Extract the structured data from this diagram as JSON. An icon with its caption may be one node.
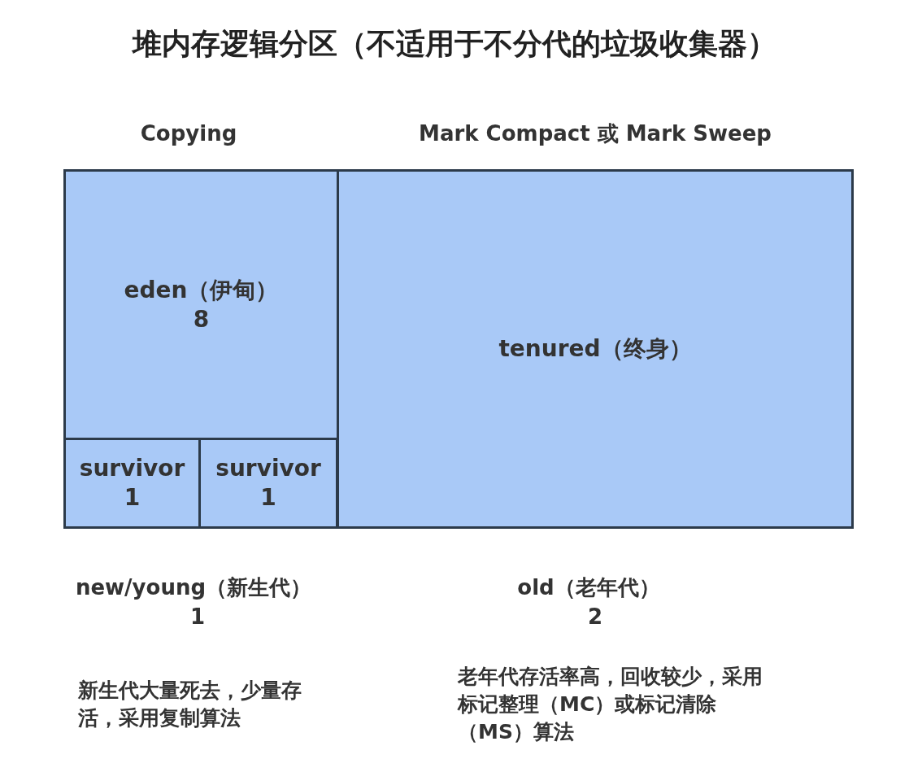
{
  "diagram": {
    "title": "堆内存逻辑分区（不适用于不分代的垃圾收集器）",
    "nodes": [
      {
        "text": [
          "eden（伊甸）",
          "8"
        ]
      },
      {
        "text": [
          "survivor",
          "1"
        ]
      },
      {
        "text": [
          "survivor",
          "1"
        ]
      },
      {
        "text": [
          "tenured（终身）"
        ]
      }
    ],
    "edges": [],
    "labels": [
      "Copying",
      "Mark Compact 或 Mark Sweep",
      "new/young（新生代）",
      "1",
      "old（老年代）",
      "2",
      "新生代大量死去，少量存活，采用复制算法",
      "老年代存活率高，回收较少，采用标记整理（MC）或标记清除（MS）算法"
    ]
  }
}
